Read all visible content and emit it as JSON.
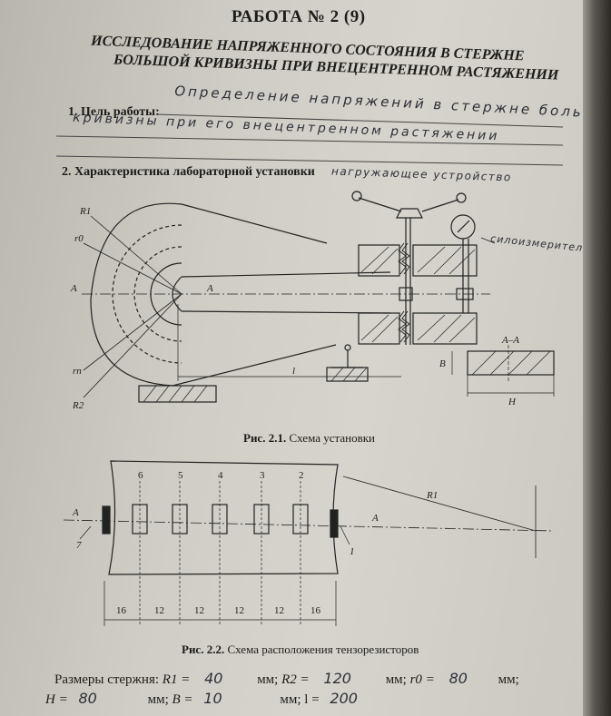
{
  "page": {
    "title": "РАБОТА № 2 (9)",
    "subtitle_line1": "ИССЛЕДОВАНИЕ НАПРЯЖЕННОГО СОСТОЯНИЯ В СТЕРЖНЕ",
    "subtitle_line2": "БОЛЬШОЙ КРИВИЗНЫ ПРИ ВНЕЦЕНТРЕННОМ РАСТЯЖЕНИИ"
  },
  "goal": {
    "label": "1. Цель работы:",
    "handwritten_line1": "Определение напряжений в стержне большой",
    "handwritten_line2": "кривизны при его внецентренном растяжении"
  },
  "setup": {
    "label": "2. Характеристика лабораторной установки",
    "handwritten_loader": "нагружающее устройство",
    "handwritten_meter": "силоизмеритель"
  },
  "figure1": {
    "caption_number": "Рис. 2.1.",
    "caption_text": "Схема установки",
    "labels": {
      "R1": "R1",
      "r0": "r0",
      "rn": "rn",
      "R2": "R2",
      "A_left": "A",
      "A_mid": "A",
      "l": "l",
      "section": "A–A",
      "B": "B",
      "H": "H"
    }
  },
  "figure2": {
    "caption_number": "Рис. 2.2.",
    "caption_text": "Схема расположения тензорезисторов",
    "gauge_numbers": [
      "6",
      "5",
      "4",
      "3",
      "2"
    ],
    "end_left": "7",
    "end_right": "1",
    "A_left": "A",
    "A_right": "A",
    "R1": "R1",
    "spacings": [
      "16",
      "12",
      "12",
      "12",
      "12",
      "16"
    ]
  },
  "dimensions": {
    "intro": "Размеры стержня:",
    "R1_label": "R1 =",
    "R1_value": "40",
    "R1_unit": "мм;",
    "R2_label": "R2 =",
    "R2_value": "120",
    "R2_unit": "мм;",
    "r0_label": "r0 =",
    "r0_value": "80",
    "r0_unit": "мм;",
    "H_label": "H =",
    "H_value": "80",
    "H_unit": "мм;",
    "B_label": "B =",
    "B_value": "10",
    "l_label": "мм; l =",
    "l_value": "200"
  }
}
